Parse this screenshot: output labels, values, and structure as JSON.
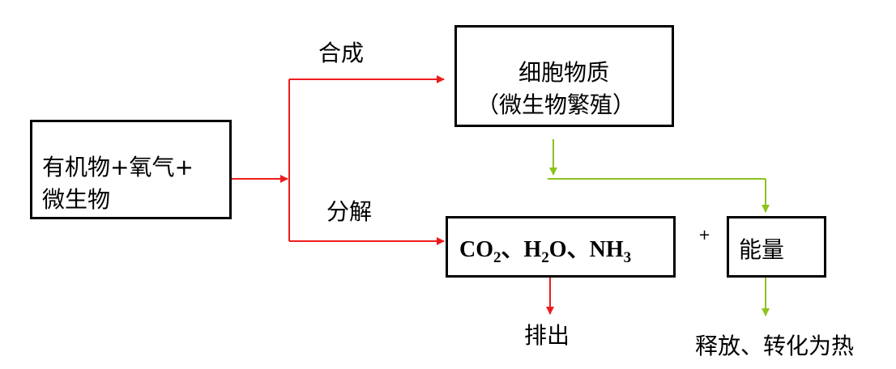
{
  "colors": {
    "border": "#000000",
    "red_arrow": "#ee1c1c",
    "green_arrow": "#8dc21f"
  },
  "source": {
    "line1": "有机物+氧气+",
    "line2": "微生物"
  },
  "branch_top_label": "合成",
  "branch_bottom_label": "分解",
  "cell_box": {
    "line1": "细胞物质",
    "line2": "（微生物繁殖）"
  },
  "products": {
    "co": "CO",
    "co_sub": "2",
    "sep1": "、",
    "h": "H",
    "h_sub": "2",
    "o": "O",
    "sep2": "、",
    "nh": "NH",
    "nh_sub": "3"
  },
  "plus_sign": "+",
  "energy_box": "能量",
  "discharge_label": "排出",
  "release_label": "释放、转化为热"
}
